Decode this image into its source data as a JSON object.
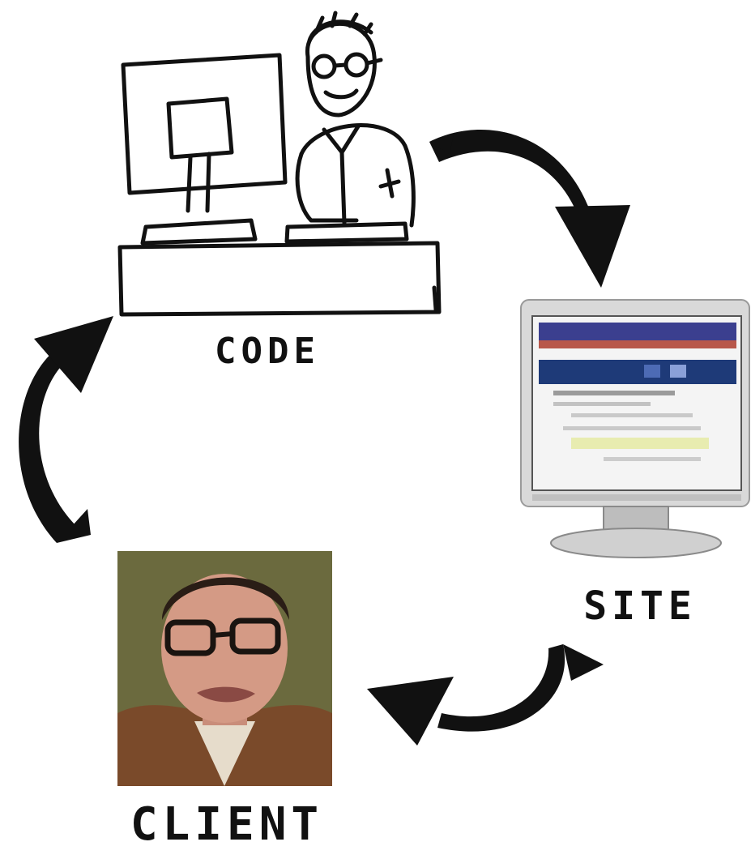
{
  "diagram": {
    "nodes": {
      "code": {
        "label": "CODE",
        "icon": "developer-at-computer-icon"
      },
      "site": {
        "label": "SITE",
        "icon": "website-monitor-icon"
      },
      "client": {
        "label": "CLIENT",
        "icon": "client-photo"
      }
    },
    "edges": [
      {
        "from": "CODE",
        "to": "SITE"
      },
      {
        "from": "SITE",
        "to": "CLIENT"
      },
      {
        "from": "CLIENT",
        "to": "CODE"
      }
    ],
    "colors": {
      "ink": "#111111",
      "background": "#ffffff",
      "site_header": "#3b3f8f",
      "site_banner": "#1e3a78",
      "client_background": "#6b6a3e",
      "client_jacket": "#7a4a2a"
    }
  }
}
